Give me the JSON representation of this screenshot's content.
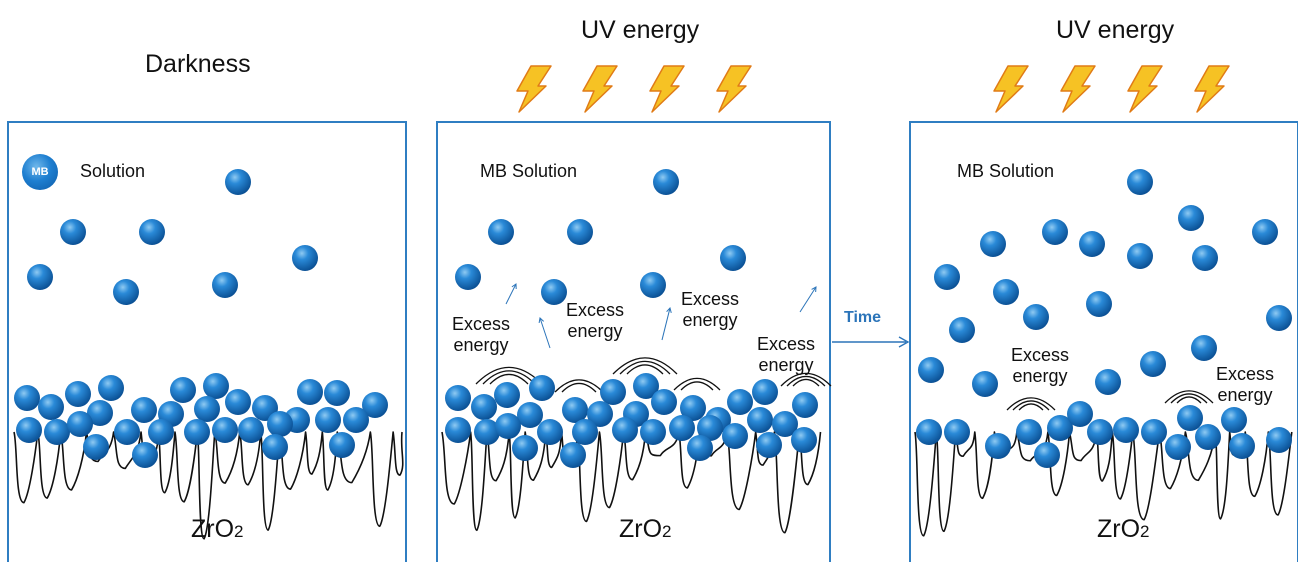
{
  "colors": {
    "box_border": "#2f7ec2",
    "sphere_light": "#7cc0ee",
    "sphere_mid": "#1f7fd2",
    "sphere_dark": "#0b5298",
    "bolt_fill": "#f6c224",
    "bolt_stroke": "#e07b16",
    "time_arrow": "#2b74b9",
    "surface_stroke": "#111111"
  },
  "icons": [
    "lightning-bolt-icon",
    "mb-molecule-icon",
    "arrow-icon"
  ],
  "panels": [
    {
      "id": "darkness",
      "heading": "Darkness",
      "solution_badge": "MB",
      "solution_label": "Solution",
      "substrate": "ZrO",
      "substrate_subscript": "2"
    },
    {
      "id": "uv-1",
      "heading": "UV energy",
      "solution_label": "MB Solution",
      "excess_labels": [
        {
          "line1": "Excess",
          "line2": "energy"
        },
        {
          "line1": "Excess",
          "line2": "energy"
        },
        {
          "line1": "Excess",
          "line2": "energy"
        },
        {
          "line1": "Excess",
          "line2": "energy"
        }
      ],
      "substrate": "ZrO",
      "substrate_subscript": "2"
    },
    {
      "id": "uv-2",
      "heading": "UV energy",
      "solution_label": "MB Solution",
      "excess_labels": [
        {
          "line1": "Excess",
          "line2": "energy"
        },
        {
          "line1": "Excess",
          "line2": "energy"
        }
      ],
      "substrate": "ZrO",
      "substrate_subscript": "2"
    }
  ],
  "time_label": "Time"
}
